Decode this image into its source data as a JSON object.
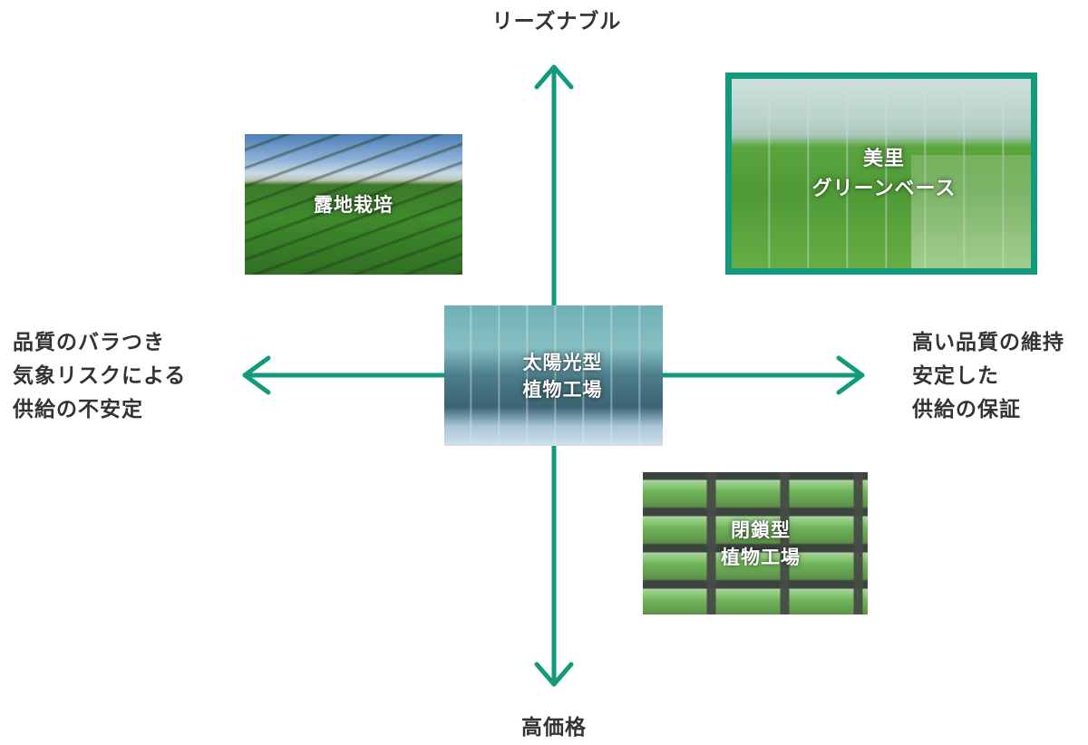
{
  "colors": {
    "accent": "#129a7c",
    "text": "#333333",
    "caption_text": "#ffffff",
    "background": "#ffffff"
  },
  "axes": {
    "top": {
      "label": "リーズナブル",
      "icon": "arrow-up-icon"
    },
    "bottom": {
      "label": "高価格",
      "icon": "arrow-down-icon"
    },
    "left": {
      "icon": "arrow-left-icon",
      "lines": [
        "品質のバラつき",
        "気象リスクによる",
        "供給の不安定"
      ]
    },
    "right": {
      "icon": "arrow-right-icon",
      "lines": [
        "高い品質の維持",
        "安定した",
        "供給の保証"
      ]
    }
  },
  "cards": {
    "open_field": {
      "lines": [
        "露地栽培"
      ],
      "quadrant": "top-left",
      "highlighted": false
    },
    "misato": {
      "lines": [
        "美里",
        "グリーンベース"
      ],
      "quadrant": "top-right",
      "highlighted": true
    },
    "solar": {
      "lines": [
        "太陽光型",
        "植物工場"
      ],
      "quadrant": "center",
      "highlighted": false
    },
    "closed": {
      "lines": [
        "閉鎖型",
        "植物工場"
      ],
      "quadrant": "bottom-right",
      "highlighted": false
    }
  }
}
